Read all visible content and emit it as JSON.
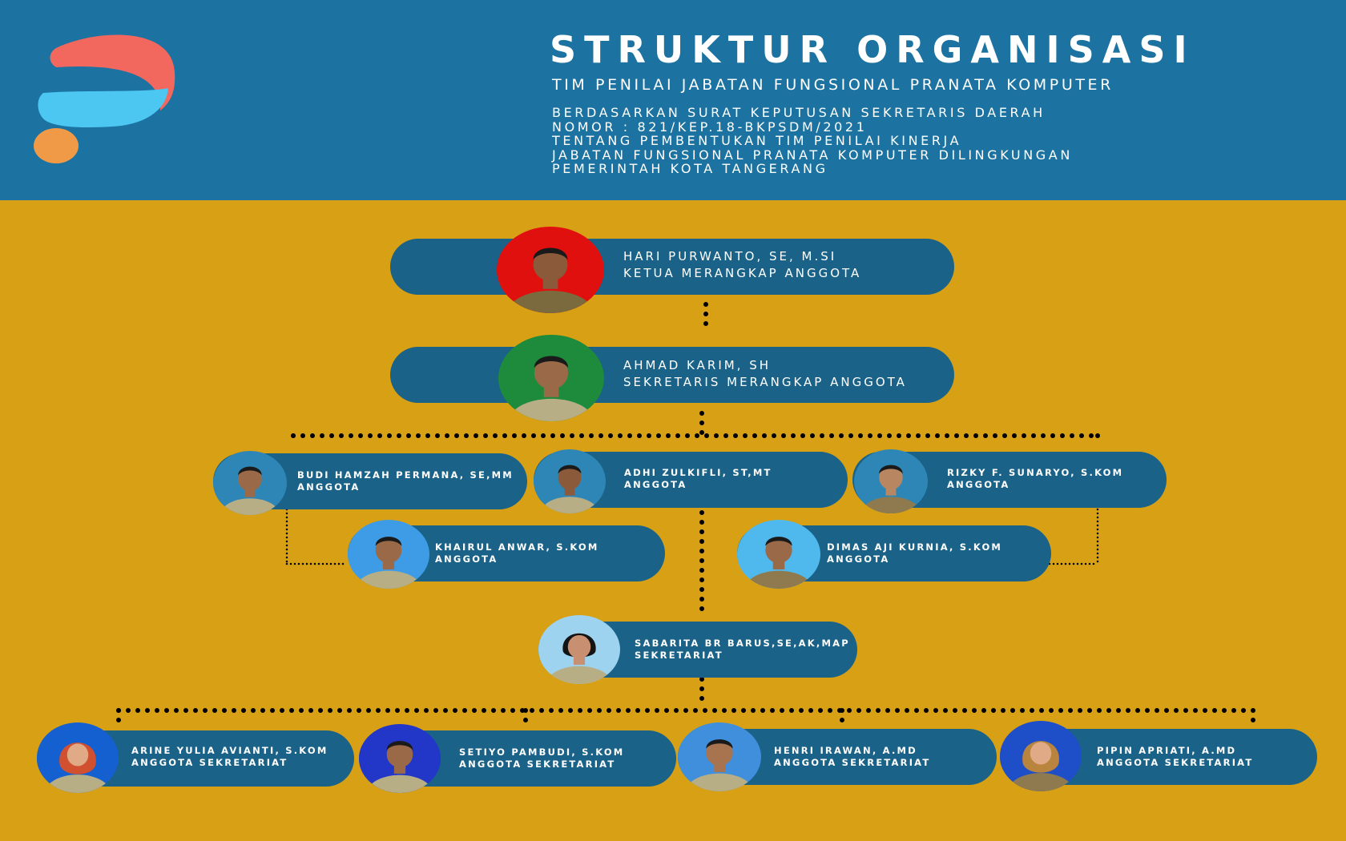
{
  "header": {
    "title": "STRUKTUR ORGANISASI",
    "subtitle": "TIM PENILAI JABATAN FUNGSIONAL PRANATA KOMPUTER",
    "decree_lines": [
      "BERDASARKAN SURAT KEPUTUSAN SEKRETARIS DAERAH",
      "NOMOR : 821/KEP.18-BKPSDM/2021",
      "TENTANG PEMBENTUKAN TIM PENILAI KINERJA",
      "JABATAN FUNGSIONAL PRANATA KOMPUTER DILINGKUNGAN",
      "PEMERINTAH KOTA TANGERANG"
    ],
    "logo_icon": "logo-icon"
  },
  "colors": {
    "header_bg": "#1C72A0",
    "page_bg": "#D8A015",
    "pill_bg": "#1A6287",
    "logo_coral": "#F2685E",
    "logo_blue": "#4CC7F2",
    "logo_orange": "#F09A48"
  },
  "members": [
    {
      "id": "hari-purwanto",
      "name": "HARI PURWANTO, SE, M.SI",
      "role": "KETUA MERANGKAP ANGGOTA",
      "photo_bg": "#E0100E"
    },
    {
      "id": "ahmad-karim",
      "name": "AHMAD KARIM, SH",
      "role": "SEKRETARIS MERANGKAP ANGGOTA",
      "photo_bg": "#1E8B3C"
    },
    {
      "id": "budi-hamzah-permana",
      "name": "BUDI HAMZAH PERMANA, SE,MM",
      "role": "ANGGOTA",
      "photo_bg": "#2E86B6"
    },
    {
      "id": "adhi-zulkifli",
      "name": "ADHI ZULKIFLI, ST,MT",
      "role": "ANGGOTA",
      "photo_bg": "#2E86B6"
    },
    {
      "id": "rizky-f-sunaryo",
      "name": "RIZKY F. SUNARYO, S.KOM",
      "role": "ANGGOTA",
      "photo_bg": "#2E86B6"
    },
    {
      "id": "khairul-anwar",
      "name": "KHAIRUL ANWAR, S.KOM",
      "role": "ANGGOTA",
      "photo_bg": "#3E9CE6"
    },
    {
      "id": "dimas-aji-kurnia",
      "name": "DIMAS AJI KURNIA, S.KOM",
      "role": "ANGGOTA",
      "photo_bg": "#4FB8EC"
    },
    {
      "id": "sabarita-br-barus",
      "name": "SABARITA BR BARUS,SE,AK,MAP",
      "role": "SEKRETARIAT",
      "photo_bg": "#9ED3F0"
    },
    {
      "id": "arine-yulia-avianti",
      "name": "ARINE YULIA AVIANTI, S.KOM",
      "role": "ANGGOTA SEKRETARIAT",
      "photo_bg": "#1560D0"
    },
    {
      "id": "setiyo-pambudi",
      "name": "SETIYO PAMBUDI, S.KOM",
      "role": "ANGGOTA SEKRETARIAT",
      "photo_bg": "#2236C8"
    },
    {
      "id": "henri-irawan",
      "name": "HENRI IRAWAN, A.MD",
      "role": "ANGGOTA SEKRETARIAT",
      "photo_bg": "#3F8FDD"
    },
    {
      "id": "pipin-apriati",
      "name": "PIPIN APRIATI, A.MD",
      "role": "ANGGOTA SEKRETARIAT",
      "photo_bg": "#1F4FC8"
    }
  ]
}
